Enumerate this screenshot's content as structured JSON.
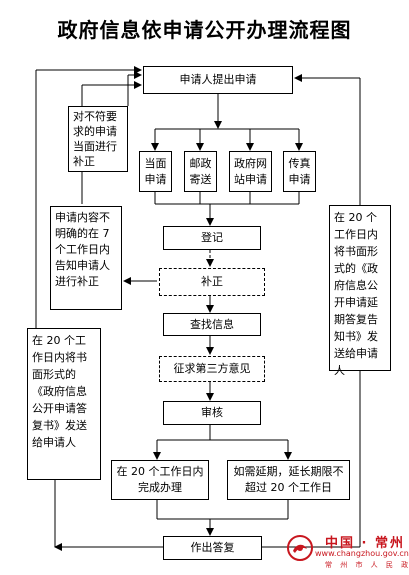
{
  "title": "政府信息依申请公开办理流程图",
  "nodes": {
    "apply": "申请人提出申请",
    "reject": "对不符要求的申请当面进行补正",
    "onsite": "当面申请",
    "post": "邮政寄送",
    "web": "政府网站申请",
    "fax": "传真申请",
    "register": "登记",
    "unclear": "申请内容不明确的在 7 个工作日内告知申请人进行补正",
    "supplement": "补正",
    "search": "查找信息",
    "third_party": "征求第三方意见",
    "review": "审核",
    "in_time": "在 20 个工作日内完成办理",
    "extend": "如需延期，延长期限不超过 20 个工作日",
    "answer": "作出答复",
    "left_notice": "在 20 个工作日内将书面形式的《政府信息公开申请答复书》发送给申请人",
    "right_notice": "在 20 个工作日内将书面形式的《政府信息公开申请延期答复告知书》发送给申请人"
  },
  "watermark": {
    "name": "中国 · 常州",
    "url": "www.changzhou.gov.cn",
    "subtitle": "常 州 市 人 民 政 府"
  },
  "colors": {
    "watermark": "#c8161e",
    "line": "#000000"
  }
}
